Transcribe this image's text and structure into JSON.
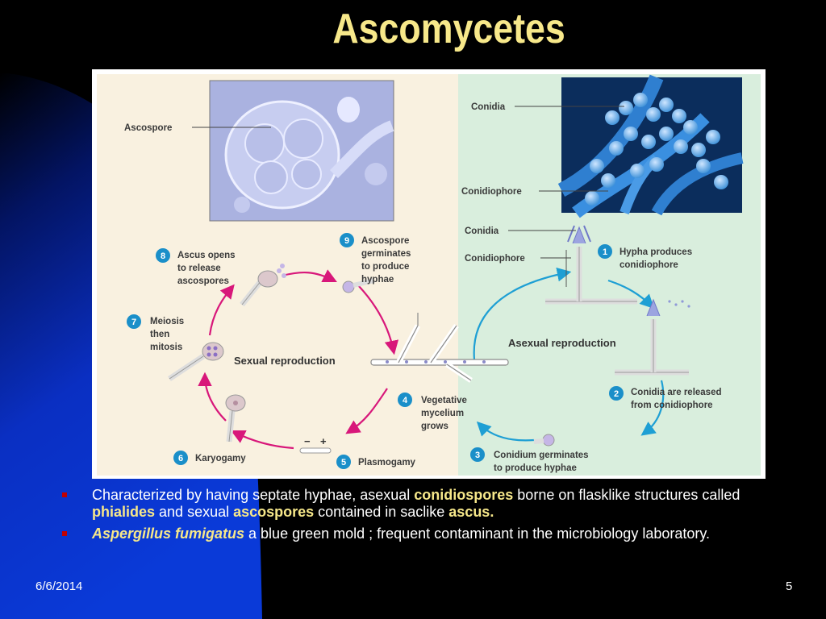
{
  "slide": {
    "title": "Ascomycetes",
    "date": "6/6/2014",
    "page_number": "5"
  },
  "diagram": {
    "micro_labels": {
      "ascospore": "Ascospore",
      "conidia": "Conidia",
      "conidiophore": "Conidiophore"
    },
    "cycle_labels": {
      "conidia": "Conidia",
      "conidiophore": "Conidiophore",
      "sexual": "Sexual reproduction",
      "asexual": "Asexual reproduction"
    },
    "steps": [
      {
        "num": "1",
        "lines": [
          "Hypha produces",
          "conidiophore"
        ]
      },
      {
        "num": "2",
        "lines": [
          "Conidia are released",
          "from conidiophore"
        ]
      },
      {
        "num": "3",
        "lines": [
          "Conidium germinates",
          "to produce hyphae"
        ]
      },
      {
        "num": "4",
        "lines": [
          "Vegetative",
          "mycelium",
          "grows"
        ]
      },
      {
        "num": "5",
        "lines": [
          "Plasmogamy"
        ]
      },
      {
        "num": "6",
        "lines": [
          "Karyogamy"
        ]
      },
      {
        "num": "7",
        "lines": [
          "Meiosis",
          "then",
          "mitosis"
        ]
      },
      {
        "num": "8",
        "lines": [
          "Ascus opens",
          "to release",
          "ascospores"
        ]
      },
      {
        "num": "9",
        "lines": [
          "Ascospore",
          "germinates",
          "to produce",
          "hyphae"
        ]
      }
    ],
    "signs": {
      "minus": "−",
      "plus": "+"
    },
    "colors": {
      "sexual_panel": "#f9f1e0",
      "asexual_panel": "#d9eedd",
      "step_badge": "#1a8fc9",
      "sexual_arrow": "#d8177a",
      "asexual_arrow": "#1e9fd4"
    }
  },
  "bullets": [
    {
      "t1": "Characterized by having septate hyphae, asexual ",
      "b1": "conidiospores",
      "t2": " borne on flasklike structures called ",
      "b2": "phialides",
      "t3": " and sexual ",
      "b3": "ascospores",
      "t4": " contained in saclike ",
      "b4": "ascus."
    },
    {
      "b1": "Aspergillus fumigatus",
      "t1": " a blue green mold ; frequent contaminant in the microbiology laboratory."
    }
  ]
}
